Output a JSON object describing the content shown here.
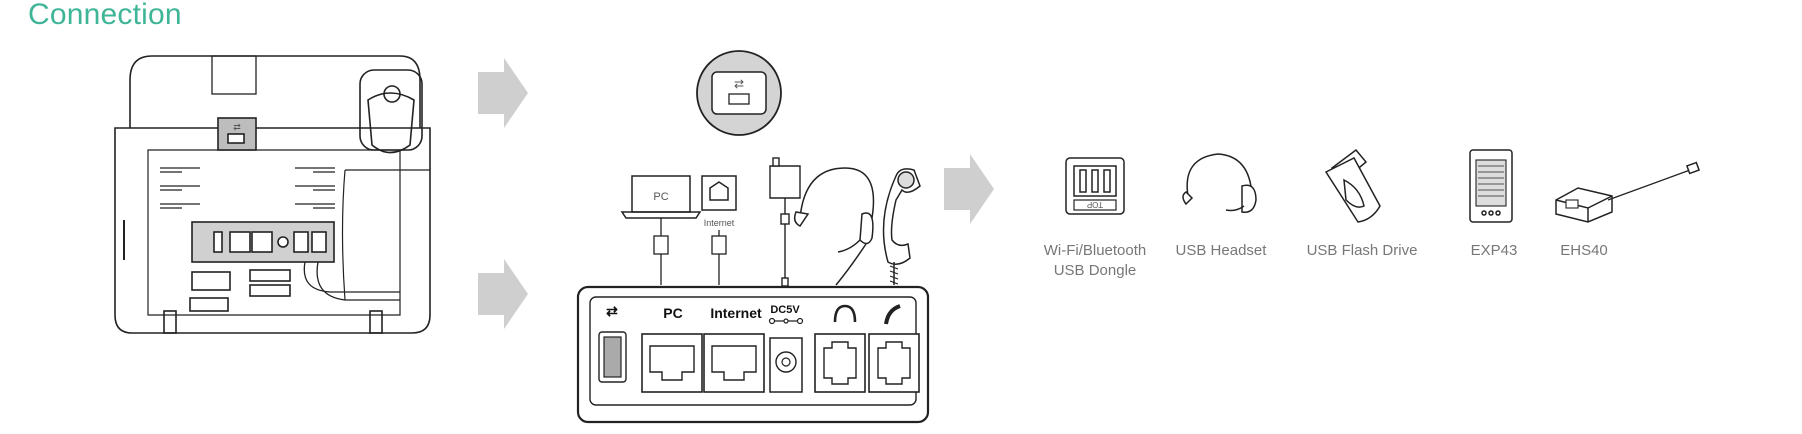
{
  "title": "Connection",
  "colors": {
    "accent": "#3fb597",
    "line": "#222222",
    "arrow": "#cfcfcf",
    "label": "#777777"
  },
  "rear_panel": {
    "ports": {
      "usb": "usb-icon",
      "pc": "PC",
      "internet": "Internet",
      "dc": "DC5V",
      "headset": "headset-icon",
      "handset": "handset-icon"
    }
  },
  "connections": {
    "pc": "PC",
    "internet": "Internet"
  },
  "accessories": [
    {
      "label_line1": "Wi-Fi/Bluetooth",
      "label_line2": "USB Dongle",
      "dongle_text": "TOP"
    },
    {
      "label_line1": "USB Headset",
      "label_line2": ""
    },
    {
      "label_line1": "USB Flash Drive",
      "label_line2": ""
    },
    {
      "label_line1": "EXP43",
      "label_line2": ""
    },
    {
      "label_line1": "EHS40",
      "label_line2": ""
    }
  ]
}
